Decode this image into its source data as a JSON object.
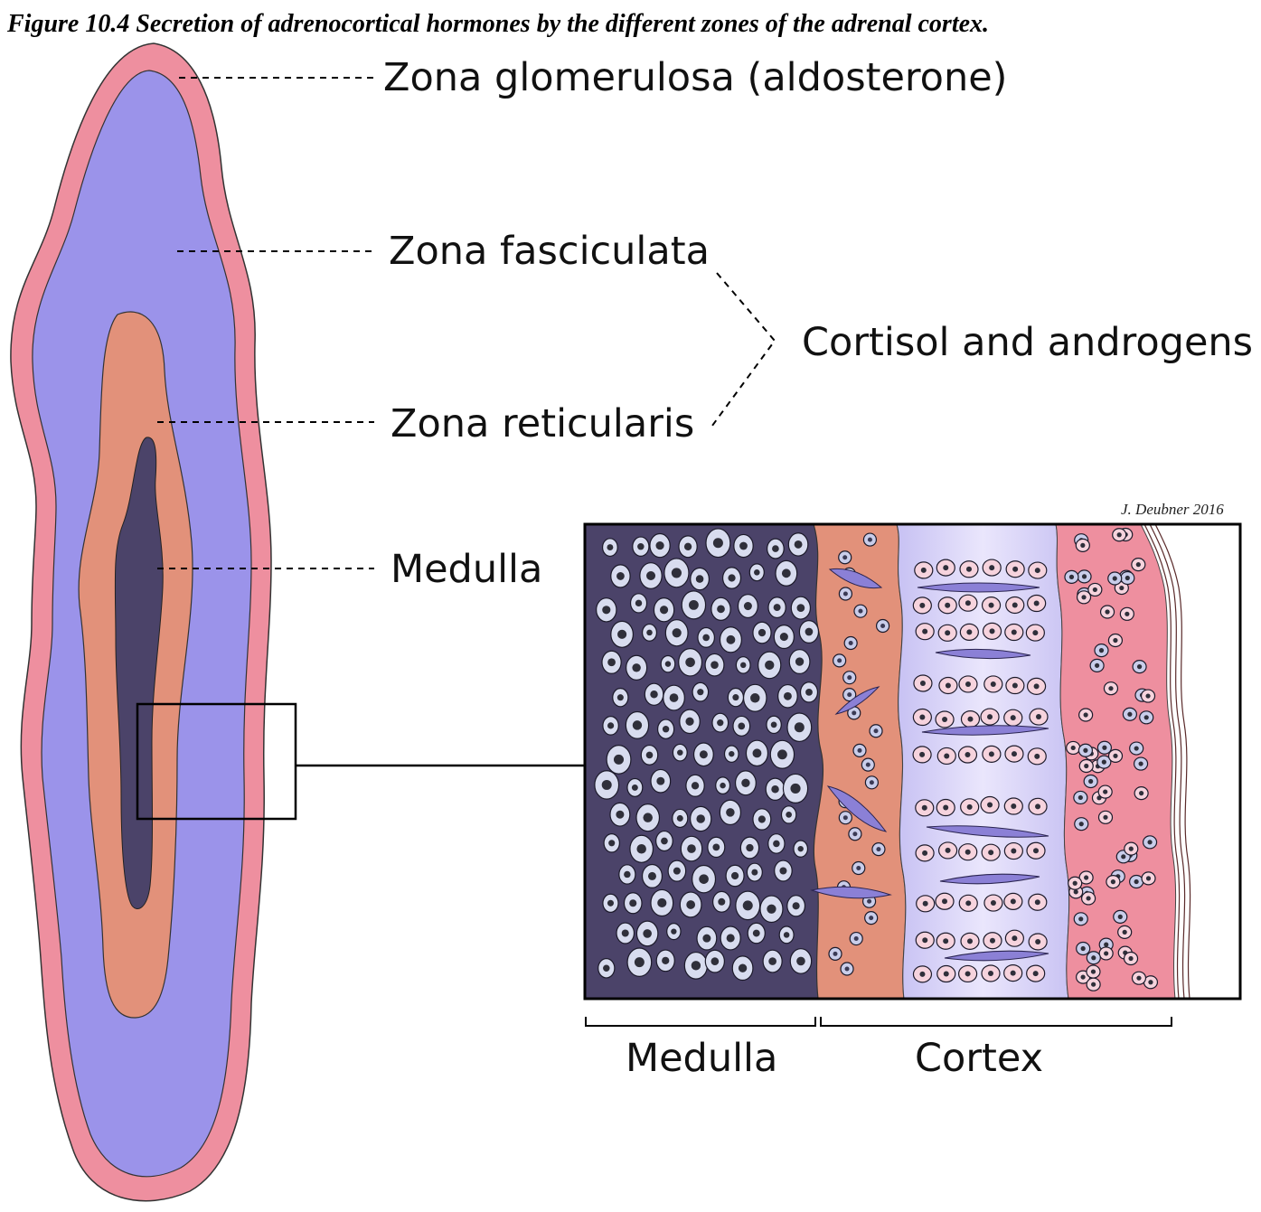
{
  "figure": {
    "caption": "Figure 10.4  Secretion of adrenocortical hormones by the different zones of the adrenal cortex.",
    "signature": "J. Deubner 2016"
  },
  "labels": {
    "glomerulosa": "Zona glomerulosa (aldosterone)",
    "fasciculata": "Zona fasciculata",
    "reticularis": "Zona reticularis",
    "medulla": "Medulla",
    "cortisol": "Cortisol and androgens"
  },
  "detail_labels": {
    "medulla": "Medulla",
    "cortex": "Cortex"
  },
  "colors": {
    "capsule": "#ee8f9f",
    "fasciculata": "#9b93ea",
    "reticularis": "#e2917a",
    "medulla": "#4b4369",
    "cortex_band": "#d9d5f7",
    "cell_pink": "#f6d3dd",
    "cell_blue": "#c9cdea"
  }
}
